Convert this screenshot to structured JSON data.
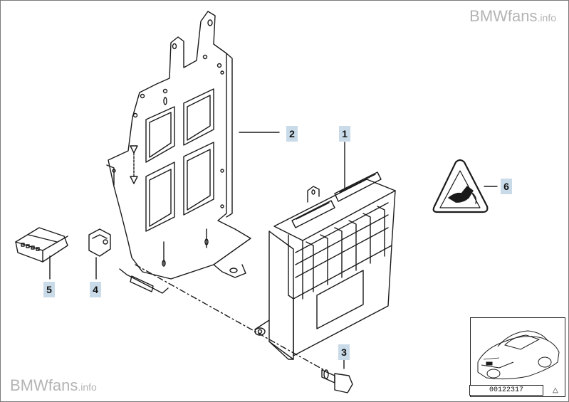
{
  "watermark": {
    "brand": "BMWfans",
    "suffix": ".info"
  },
  "callouts": [
    {
      "label": "1"
    },
    {
      "label": "2"
    },
    {
      "label": "3"
    },
    {
      "label": "4"
    },
    {
      "label": "5"
    },
    {
      "label": "6"
    }
  ],
  "diagram_id": "00122317",
  "icons": {
    "warning": "warning-triangle-plug-icon",
    "corner": "triangle-icon"
  }
}
